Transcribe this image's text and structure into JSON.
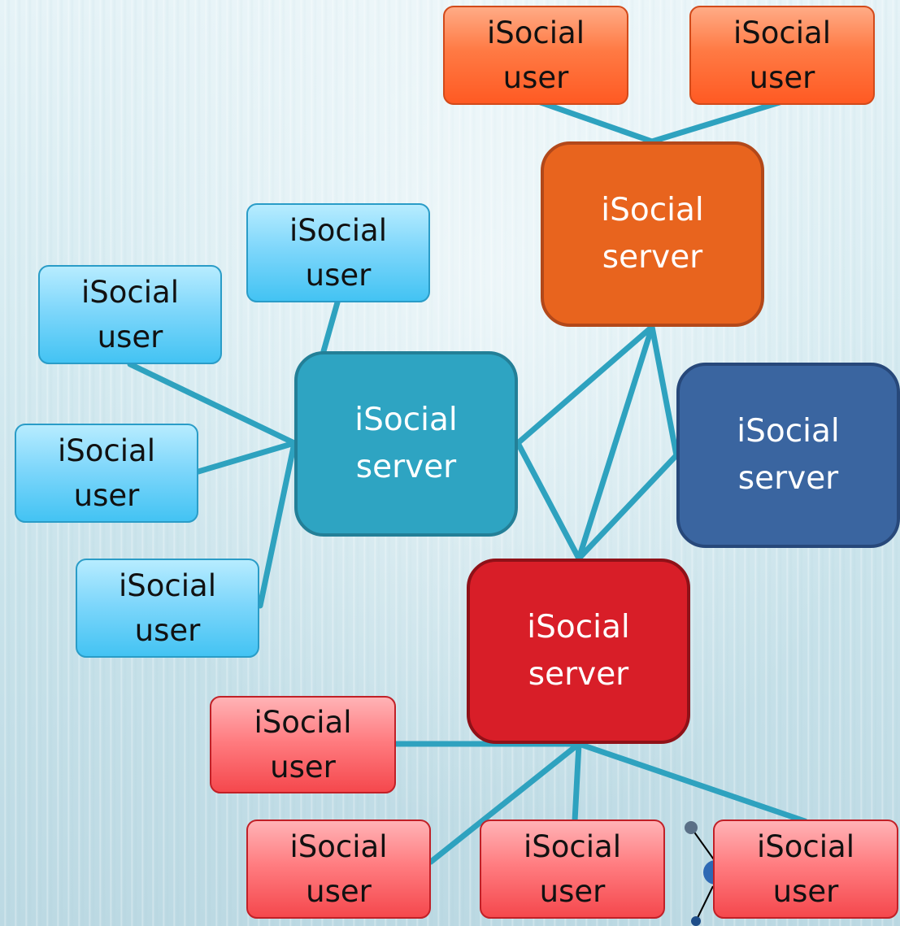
{
  "colors": {
    "link": "#2ea2bf",
    "server_orange": "#e8641e",
    "server_teal": "#2ea4c2",
    "server_navy": "#3a65a0",
    "server_red": "#d81e28",
    "user_orange": "#ff6a33",
    "user_blue": "#5fcdf7",
    "user_red": "#ff6569"
  },
  "servers": {
    "orange": "iSocial\nserver",
    "teal": "iSocial\nserver",
    "navy": "iSocial\nserver",
    "red": "iSocial\nserver"
  },
  "users": {
    "orange_1": "iSocial\nuser",
    "orange_2": "iSocial\nuser",
    "blue_1": "iSocial\nuser",
    "blue_2": "iSocial\nuser",
    "blue_3": "iSocial\nuser",
    "blue_4": "iSocial\nuser",
    "red_1": "iSocial\nuser",
    "red_2": "iSocial\nuser",
    "red_3": "iSocial\nuser",
    "red_4": "iSocial\nuser"
  }
}
